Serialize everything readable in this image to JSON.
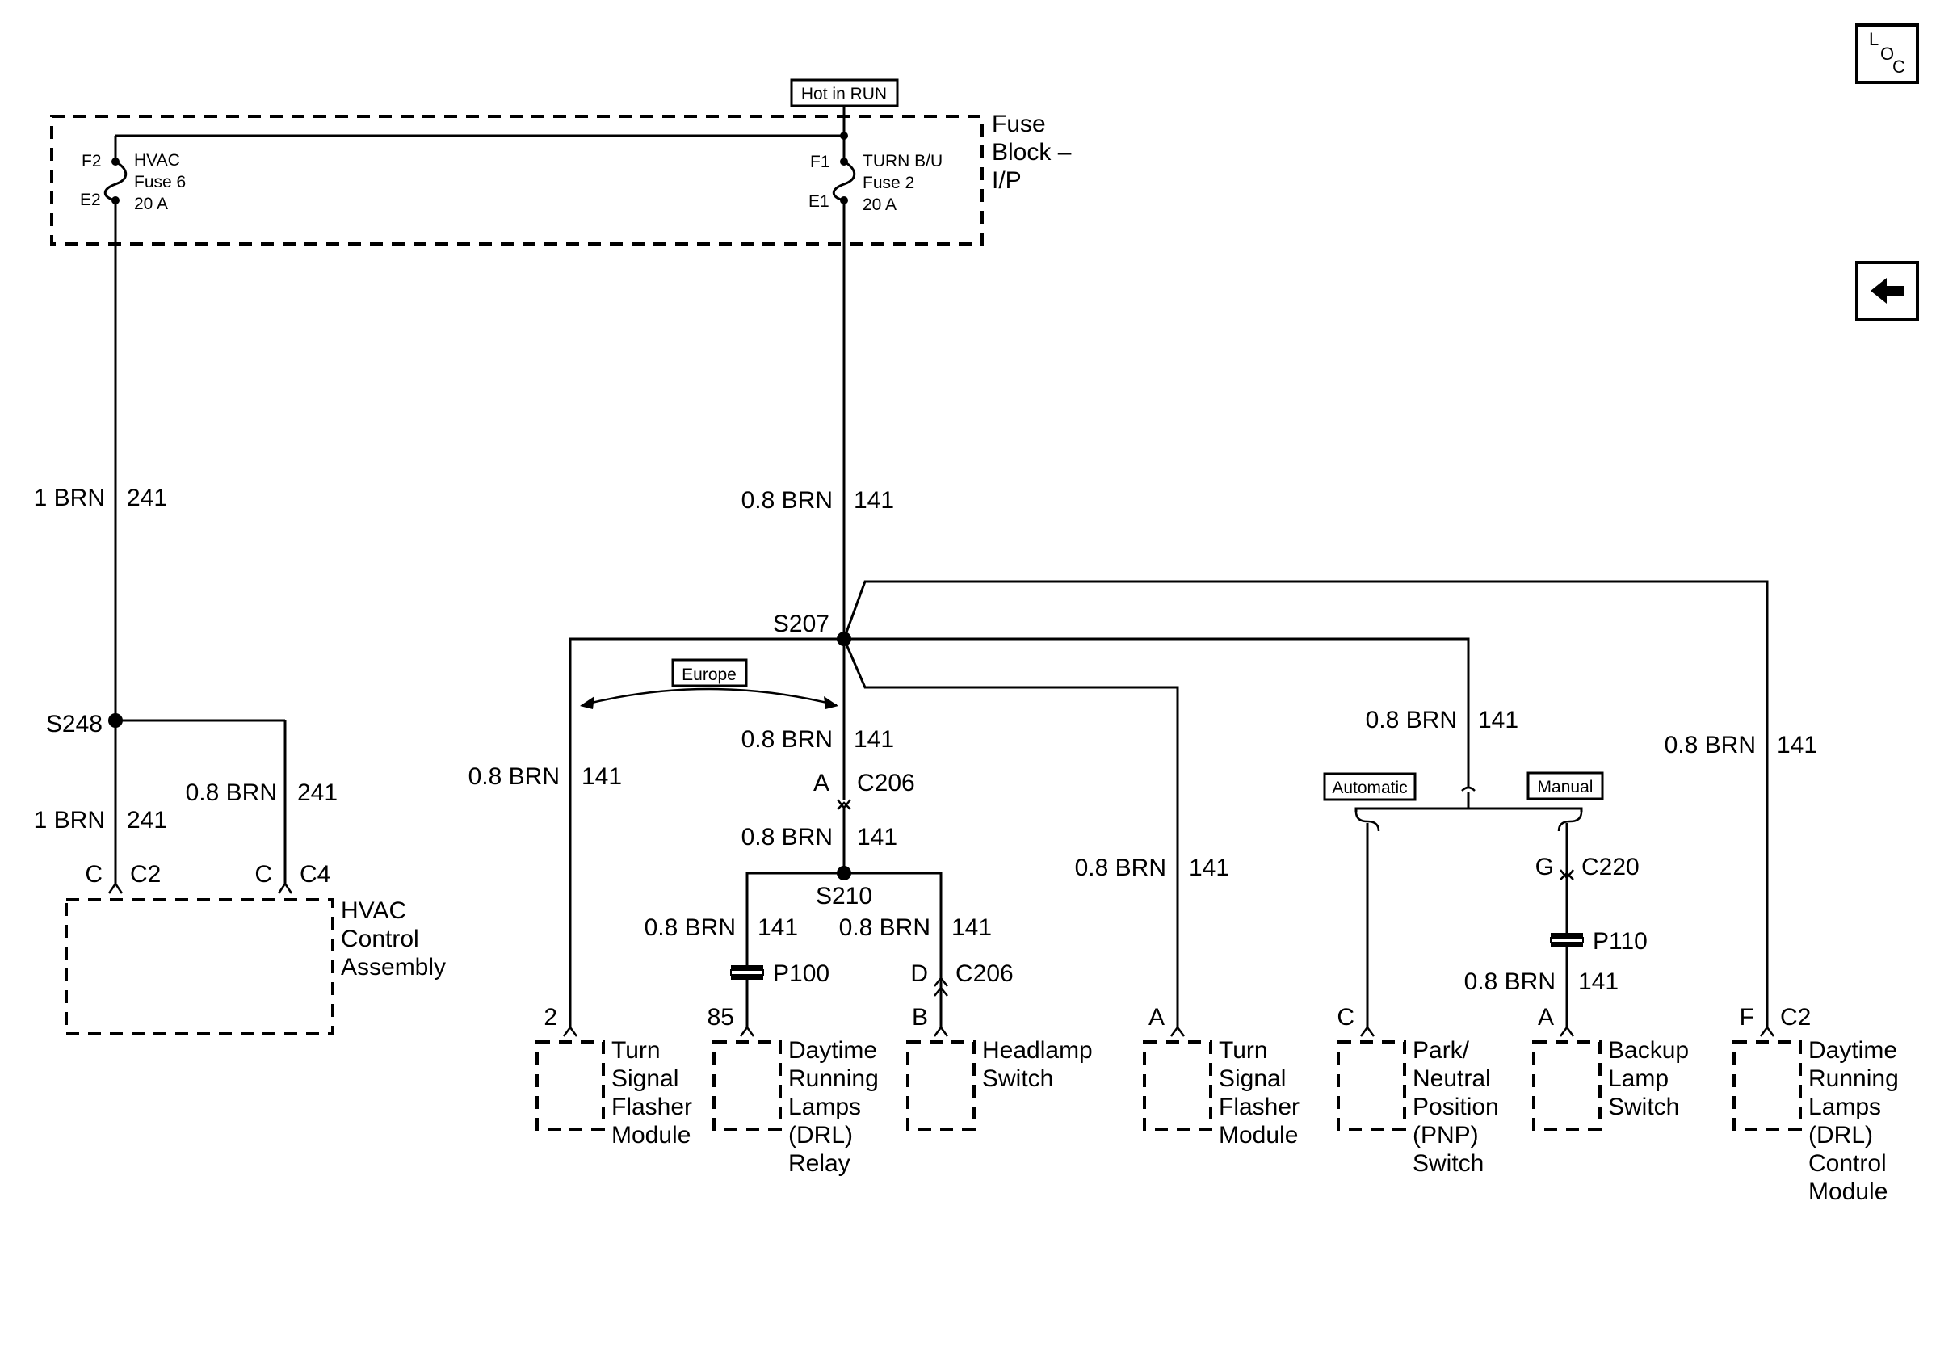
{
  "nav": {
    "location_icon_text": "LOC",
    "back_icon": "arrow-left-icon"
  },
  "notes": {
    "hot_in_run": "Hot in RUN",
    "europe": "Europe",
    "automatic": "Automatic",
    "manual": "Manual"
  },
  "fuse_block": {
    "title_line1": "Fuse",
    "title_line2": "Block –",
    "title_line3": "I/P",
    "hvac_fuse": {
      "top_terminal": "F2",
      "bottom_terminal": "E2",
      "name": "HVAC",
      "fuse": "Fuse 6",
      "rating": "20 A"
    },
    "turn_fuse": {
      "top_terminal": "F1",
      "bottom_terminal": "E1",
      "name": "TURN B/U",
      "fuse": "Fuse 2",
      "rating": "20 A"
    }
  },
  "wires": {
    "hvac_main": {
      "size": "1 BRN",
      "circuit": "241"
    },
    "turn_main": {
      "size": "0.8 BRN",
      "circuit": "141"
    },
    "hvac_lower": {
      "size": "1 BRN",
      "circuit": "241"
    },
    "hvac_c4": {
      "size": "0.8 BRN",
      "circuit": "241"
    },
    "europe_branch": {
      "size": "0.8 BRN",
      "circuit": "141"
    },
    "center_upper": {
      "size": "0.8 BRN",
      "circuit": "141"
    },
    "center_lower": {
      "size": "0.8 BRN",
      "circuit": "141"
    },
    "drl_relay": {
      "size": "0.8 BRN",
      "circuit": "141"
    },
    "headlamp": {
      "size": "0.8 BRN",
      "circuit": "141"
    },
    "flasher_right": {
      "size": "0.8 BRN",
      "circuit": "141"
    },
    "trans_branch": {
      "size": "0.8 BRN",
      "circuit": "141"
    },
    "backup": {
      "size": "0.8 BRN",
      "circuit": "141"
    },
    "drl_module": {
      "size": "0.8 BRN",
      "circuit": "141"
    }
  },
  "splices": {
    "s207": "S207",
    "s248": "S248",
    "s210": "S210"
  },
  "connectors": {
    "hvac_c2": {
      "pin": "C",
      "name": "C2"
    },
    "hvac_c4": {
      "pin": "C",
      "name": "C4"
    },
    "c206_top": {
      "pin": "A",
      "name": "C206"
    },
    "c206_head": {
      "pin": "D",
      "name": "C206"
    },
    "c220": {
      "pin": "G",
      "name": "C220"
    },
    "p100": "P100",
    "p110": "P110",
    "flasher_left_pin": "2",
    "drl_relay_pin": "85",
    "headlamp_pin": "B",
    "flasher_right_pin": "A",
    "pnp_pin": "C",
    "backup_pin": "A",
    "drl_module": {
      "pin": "F",
      "name": "C2"
    }
  },
  "components": {
    "hvac": [
      "HVAC",
      "Control",
      "Assembly"
    ],
    "flasher_left": [
      "Turn",
      "Signal",
      "Flasher",
      "Module"
    ],
    "drl_relay": [
      "Daytime",
      "Running",
      "Lamps",
      "(DRL)",
      "Relay"
    ],
    "headlamp": [
      "Headlamp",
      "Switch"
    ],
    "flasher_right": [
      "Turn",
      "Signal",
      "Flasher",
      "Module"
    ],
    "pnp": [
      "Park/",
      "Neutral",
      "Position",
      "(PNP)",
      "Switch"
    ],
    "backup": [
      "Backup",
      "Lamp",
      "Switch"
    ],
    "drl_module": [
      "Daytime",
      "Running",
      "Lamps",
      "(DRL)",
      "Control",
      "Module"
    ]
  }
}
